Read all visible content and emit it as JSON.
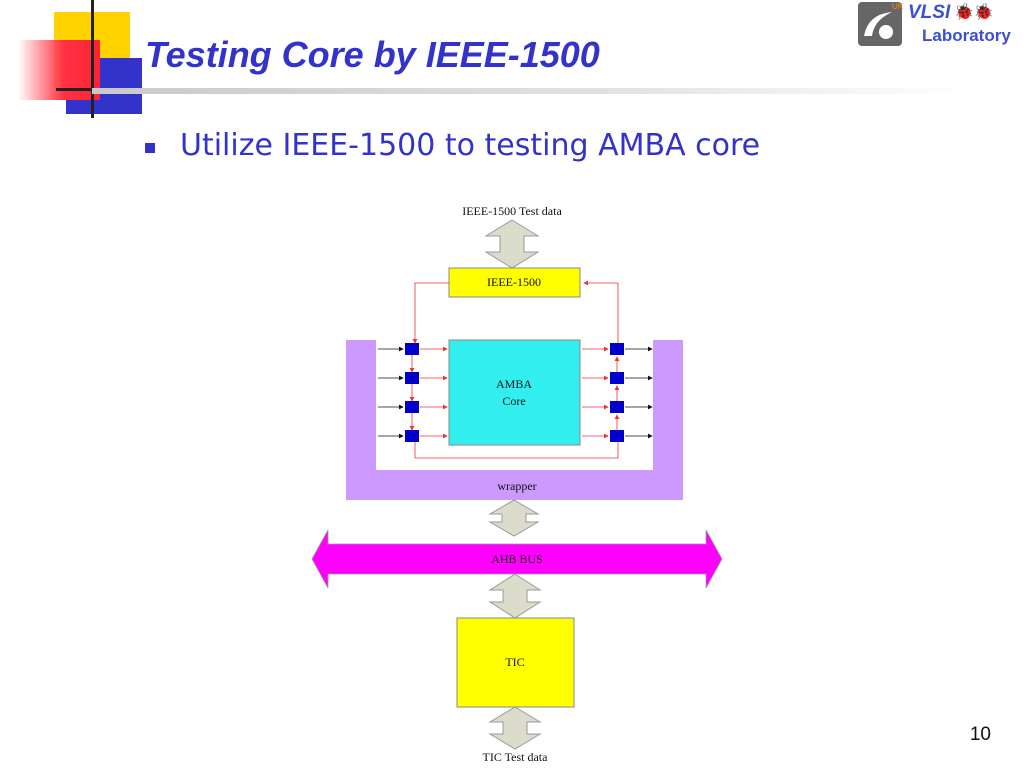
{
  "slide": {
    "title": "Testing Core by IEEE-1500",
    "bullet": "Utilize IEEE-1500 to testing AMBA core",
    "page_number": "10"
  },
  "logo": {
    "mark": "UK",
    "name_top": "VLSI",
    "name_bottom": "Laboratory"
  },
  "diagram": {
    "ieee_test_data": "IEEE-1500 Test data",
    "ieee_block": "IEEE-1500",
    "amba_core_line1": "AMBA",
    "amba_core_line2": "Core",
    "wrapper": "wrapper",
    "ahb_bus": "AHB BUS",
    "tic": "TIC",
    "tic_test_data": "TIC Test data"
  },
  "colors": {
    "title": "#3333cc",
    "ieee_block": "#ffff00",
    "tic_block": "#ffff00",
    "amba_core": "#33eeee",
    "wrapper": "#cc99ff",
    "ahb_bus": "#ff00ff",
    "cells": "#0000cc",
    "red_lines": "#ee3333",
    "double_arrows": "#dcdccc"
  }
}
